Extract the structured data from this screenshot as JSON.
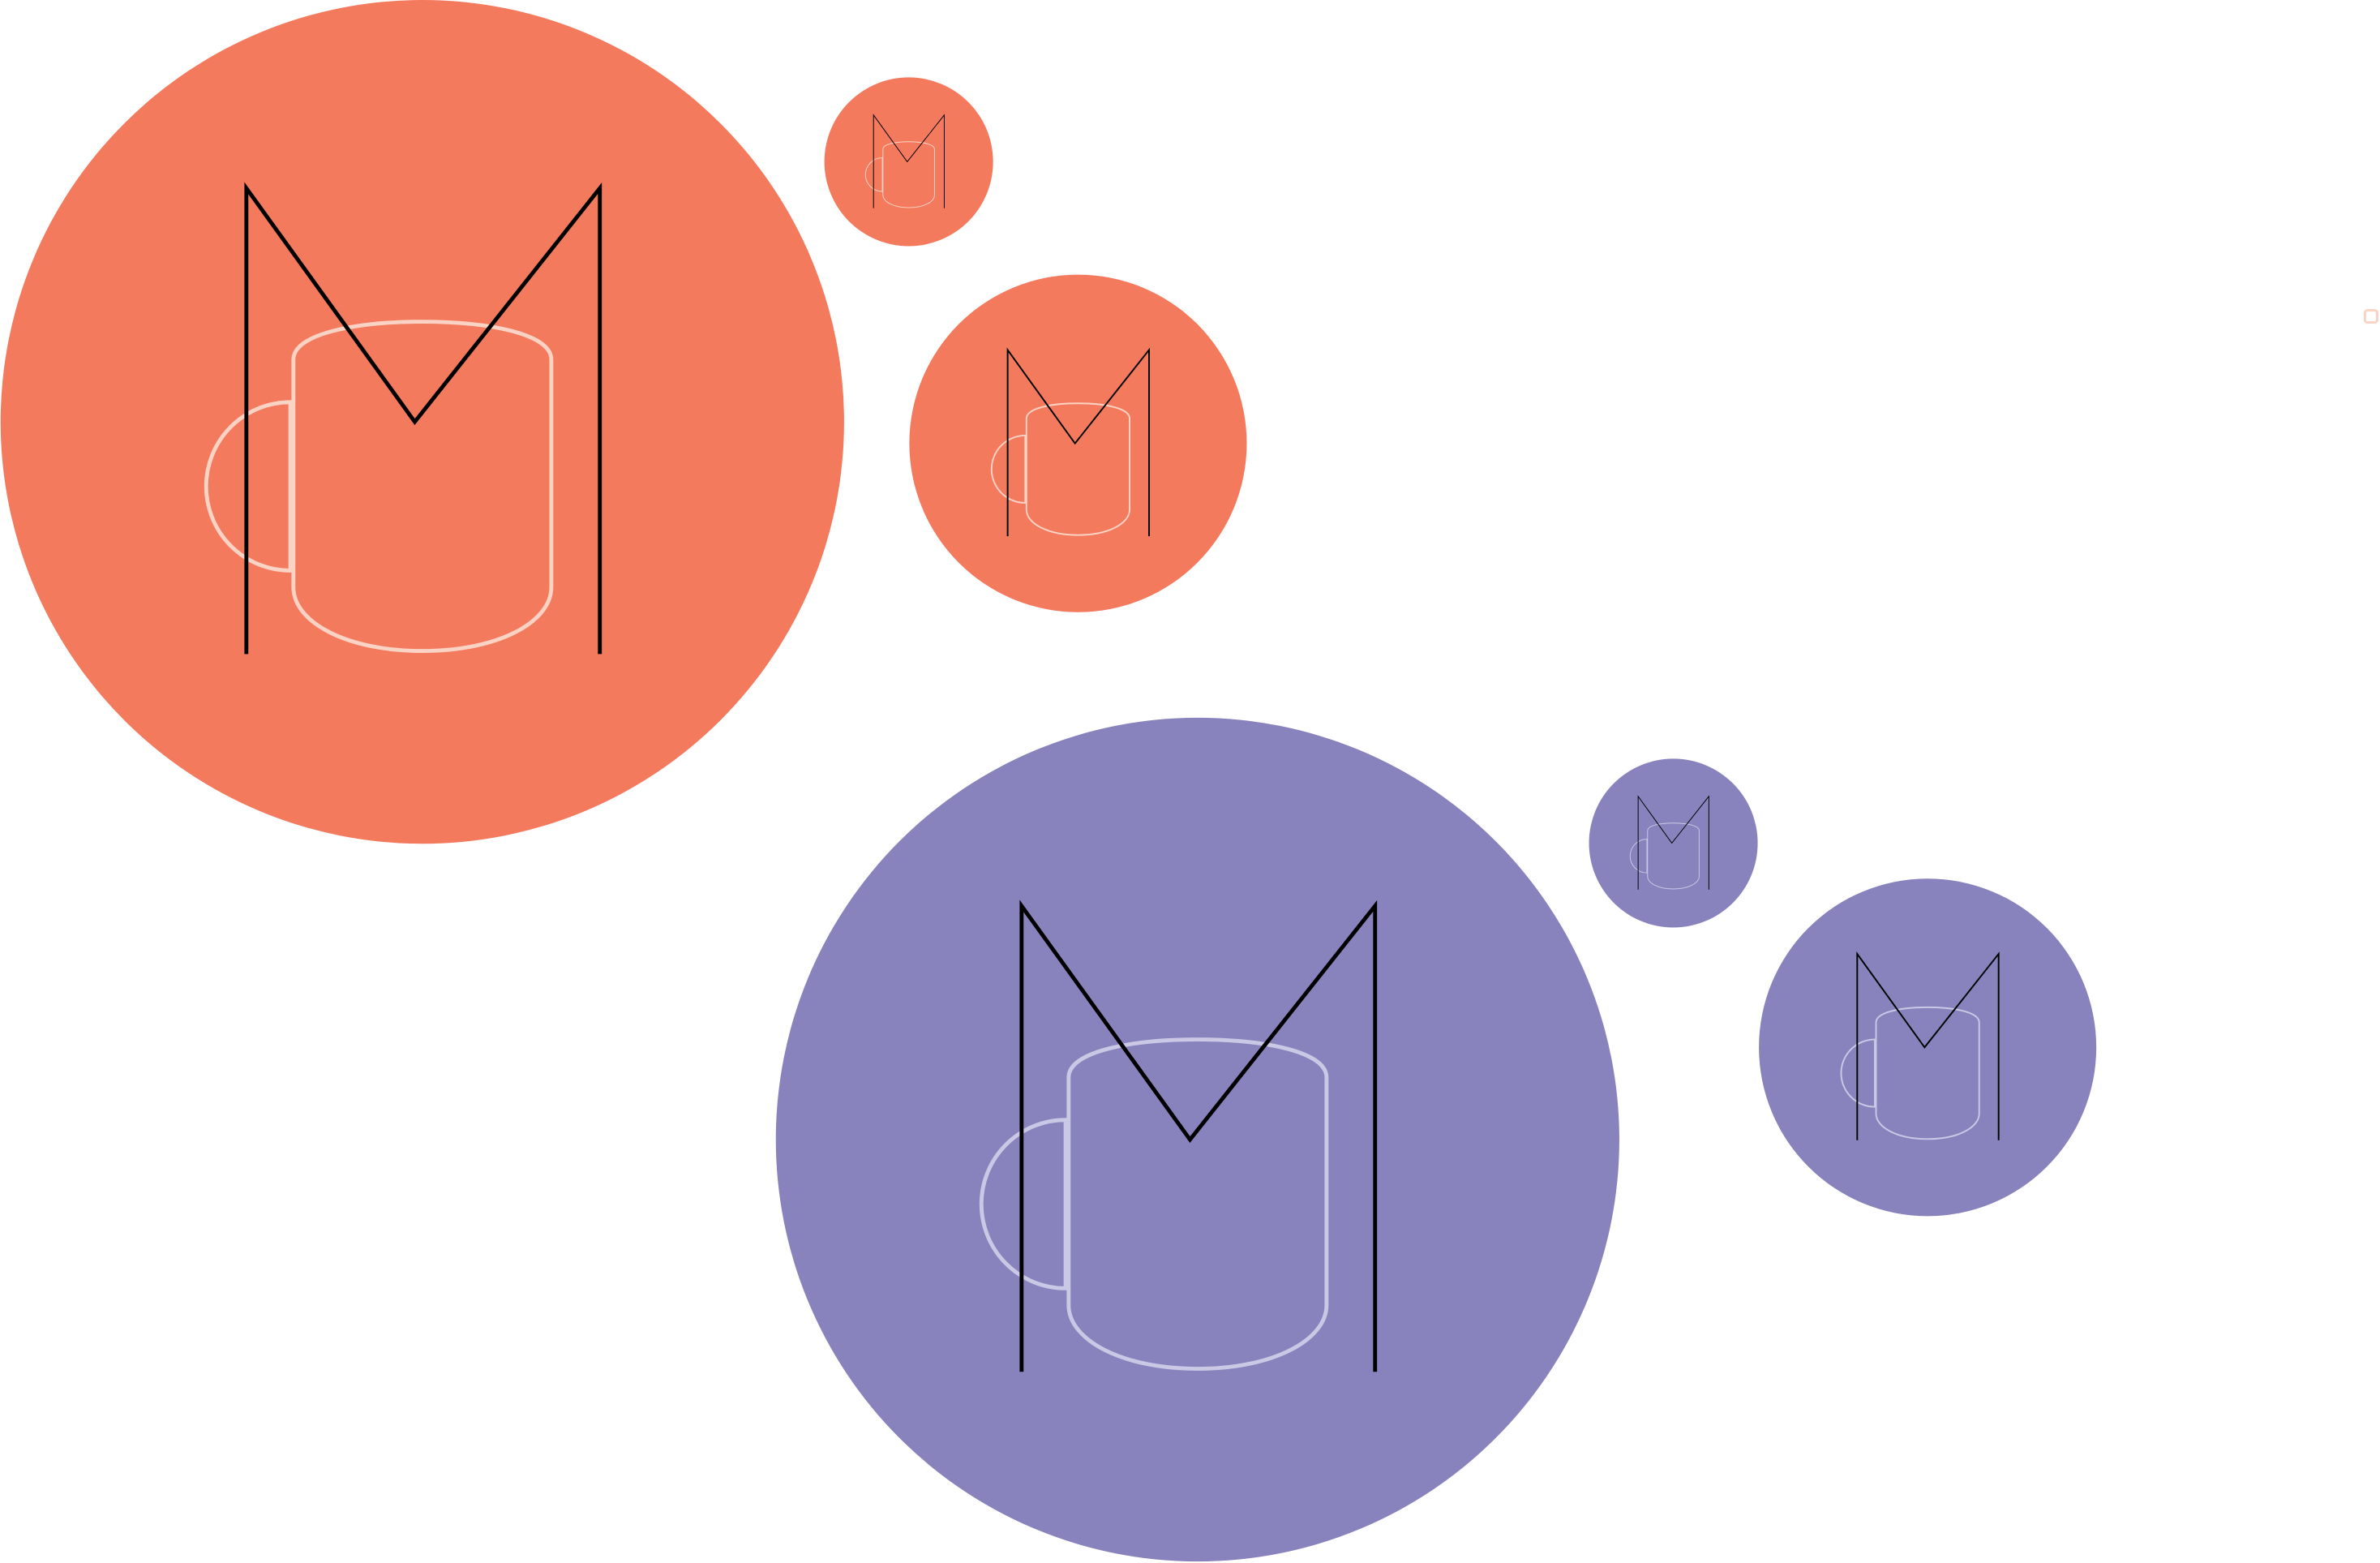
{
  "colors": {
    "background": "#ffffff",
    "coral": "#f47a5e",
    "coral_mug_stroke": "#fbd3c5",
    "purple": "#8883bd",
    "purple_mug_stroke": "#cbc8e5",
    "letter_stroke": "#000000"
  },
  "logos": [
    {
      "name": "coral-logo-large",
      "color": "coral",
      "icon": "mug-m-logo-icon"
    },
    {
      "name": "coral-logo-small",
      "color": "coral",
      "icon": "mug-m-logo-icon"
    },
    {
      "name": "coral-logo-medium",
      "color": "coral",
      "icon": "mug-m-logo-icon"
    },
    {
      "name": "purple-logo-large",
      "color": "purple",
      "icon": "mug-m-logo-icon"
    },
    {
      "name": "purple-logo-small",
      "color": "purple",
      "icon": "mug-m-logo-icon"
    },
    {
      "name": "purple-logo-medium",
      "color": "purple",
      "icon": "mug-m-logo-icon"
    }
  ],
  "marker": {
    "name": "edge-marker",
    "color": "coral_mug_stroke"
  }
}
